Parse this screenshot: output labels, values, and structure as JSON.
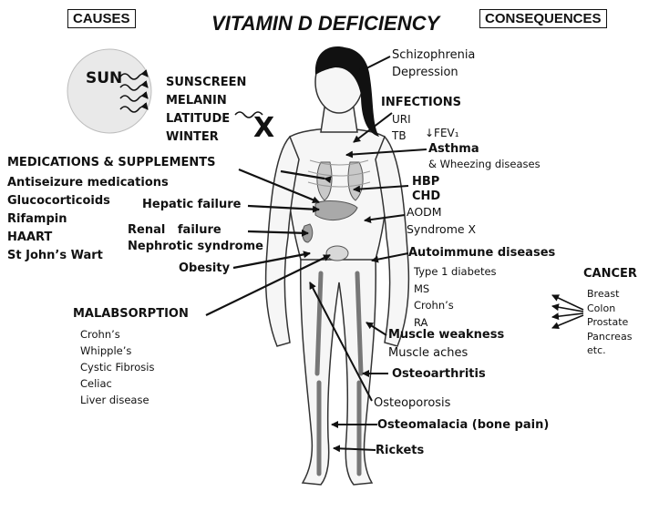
{
  "title": "VITAMIN D DEFICIENCY",
  "header": {
    "causes_label": "CAUSES",
    "consequences_label": "CONSEQUENCES"
  },
  "sun": {
    "label": "SUN",
    "blocked_mark": "X"
  },
  "causes": {
    "sun_blockers": [
      "SUNSCREEN",
      "MELANIN",
      "LATITUDE",
      "WINTER"
    ],
    "medications_title": "MEDICATIONS & SUPPLEMENTS",
    "medications": [
      "Antiseizure medications",
      "Glucocorticoids",
      "Rifampin",
      "HAART",
      "St John’s Wart"
    ],
    "hepatic": "Hepatic  failure",
    "renal": "Renal   failure",
    "nephrotic": "Nephrotic syndrome",
    "obesity": "Obesity",
    "malabsorption_title": "MALABSORPTION",
    "malabsorption": [
      "Crohn’s",
      "Whipple’s",
      "Cystic Fibrosis",
      "Celiac",
      "Liver disease"
    ]
  },
  "consequences": {
    "mental": [
      "Schizophrenia",
      "Depression"
    ],
    "infections_title": "INFECTIONS",
    "infections": [
      "URI",
      "TB"
    ],
    "fev": "↓FEV₁",
    "asthma": "Asthma",
    "wheezing": "& Wheezing diseases",
    "hbp": "HBP",
    "chd": "CHD",
    "aodm": "AODM",
    "syndrome_x": "Syndrome X",
    "autoimmune_title": "Autoimmune diseases",
    "autoimmune": [
      "Type 1 diabetes",
      "MS",
      "Crohn’s",
      "RA"
    ],
    "muscle_weakness": "Muscle weakness",
    "muscle_aches": "Muscle aches",
    "osteoarthritis": "Osteoarthritis",
    "osteoporosis": "Osteoporosis",
    "osteomalacia": "Osteomalacia (bone pain)",
    "rickets": "Rickets",
    "cancer_title": "CANCER",
    "cancers": [
      "Breast",
      "Colon",
      "Prostate",
      "Pancreas",
      "etc."
    ]
  }
}
